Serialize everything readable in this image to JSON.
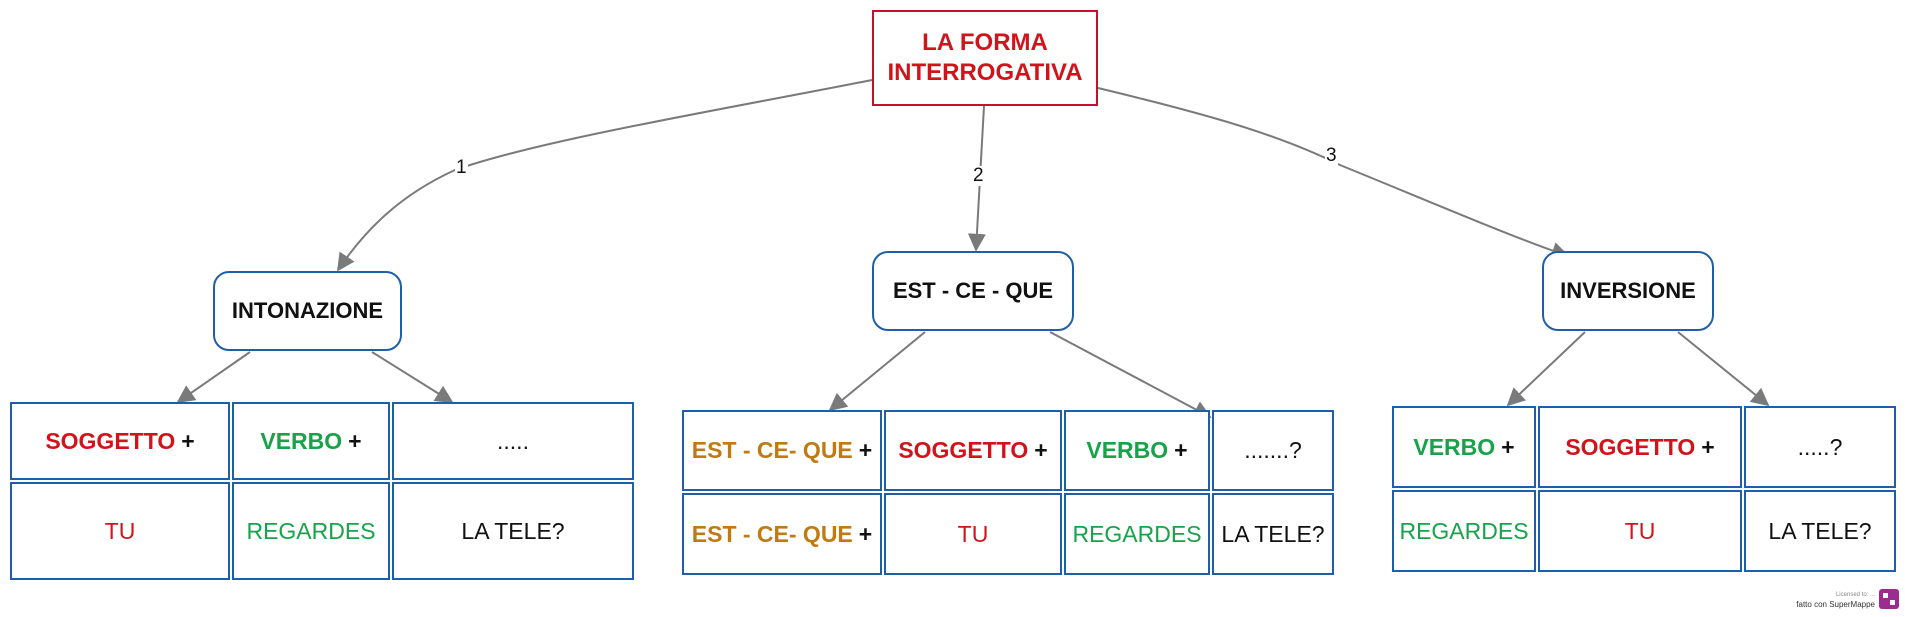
{
  "root": {
    "line1": "LA FORMA",
    "line2": "INTERROGATIVA"
  },
  "edge_labels": [
    "1",
    "2",
    "3"
  ],
  "branches": [
    {
      "title": "INTONAZIONE",
      "header": [
        {
          "text": "SOGGETTO",
          "plus": "+"
        },
        {
          "text": "VERBO",
          "plus": "+"
        },
        {
          "text": "....."
        }
      ],
      "example": [
        "TU",
        "REGARDES",
        "LA TELE?"
      ]
    },
    {
      "title": "EST - CE - QUE",
      "header": [
        {
          "text": "EST - CE- QUE",
          "plus": "+"
        },
        {
          "text": "SOGGETTO",
          "plus": "+"
        },
        {
          "text": "VERBO",
          "plus": "+"
        },
        {
          "text": ".......?"
        }
      ],
      "example": [
        {
          "text": "EST - CE- QUE",
          "plus": "+"
        },
        "TU",
        "REGARDES",
        "LA TELE?"
      ]
    },
    {
      "title": "INVERSIONE",
      "header": [
        {
          "text": "VERBO",
          "plus": "+"
        },
        {
          "text": "SOGGETTO",
          "plus": "+"
        },
        {
          "text": ".....?"
        }
      ],
      "example": [
        "REGARDES",
        "TU",
        "LA TELE?"
      ]
    }
  ],
  "brand": {
    "small": "Licensed to: ...",
    "text": "fatto con SuperMappe"
  },
  "colors": {
    "root_border": "#c8102e",
    "node_border": "#1f5fa8",
    "subject": "#d0141b",
    "verb": "#18a24a",
    "est_ce_que": "#c07a12",
    "edge": "#7a7a7a"
  }
}
